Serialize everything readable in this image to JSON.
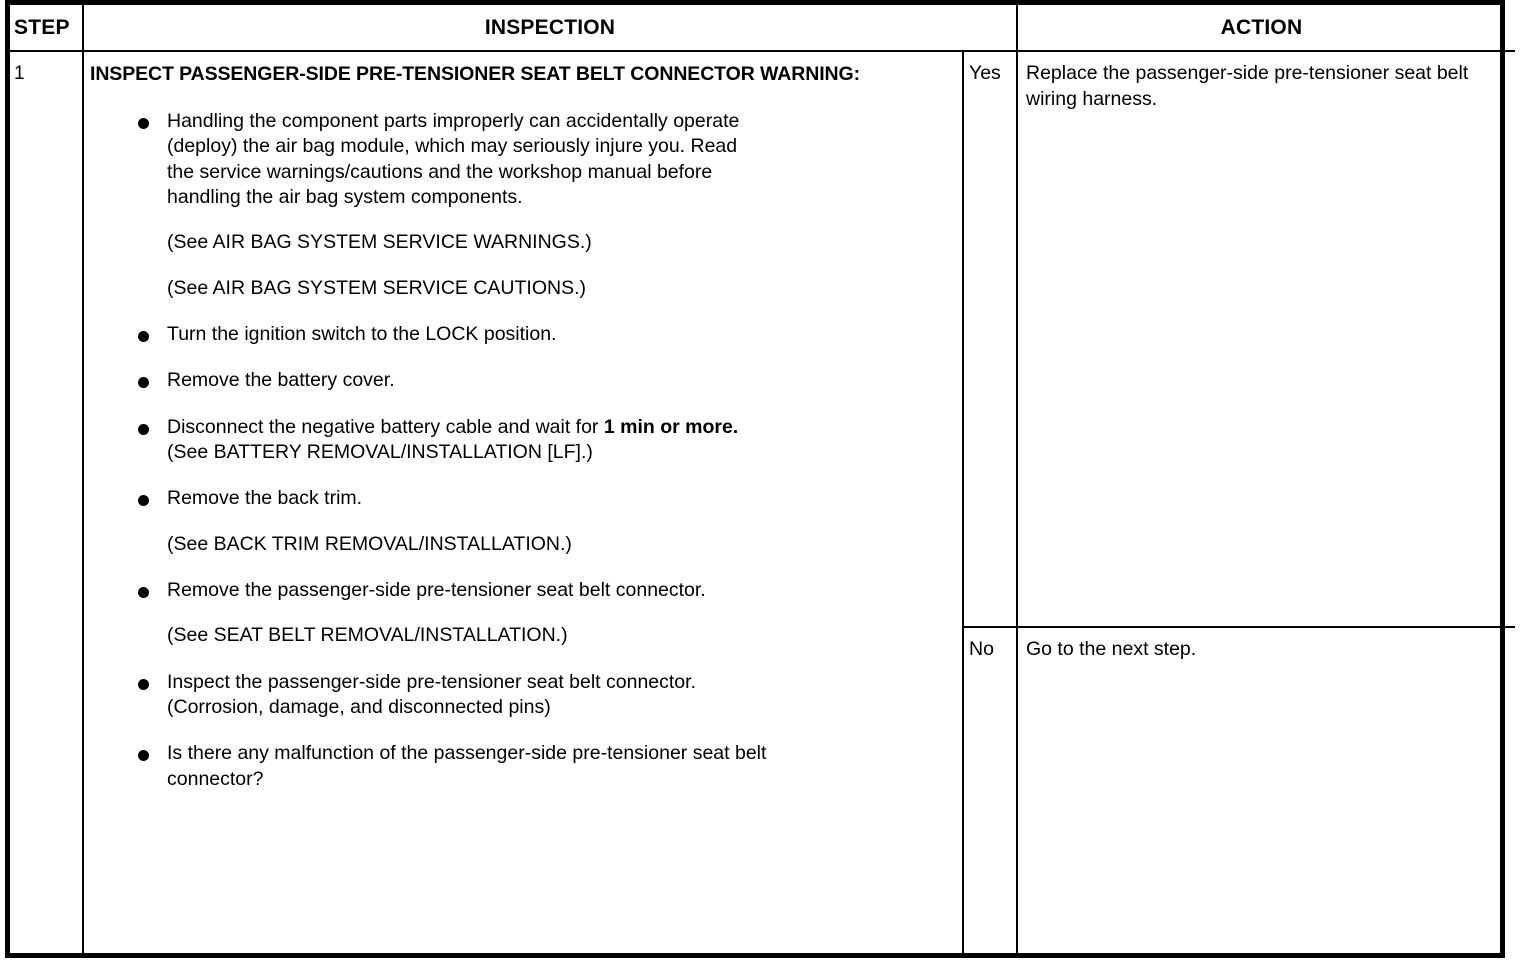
{
  "table": {
    "headers": {
      "step": "STEP",
      "inspection": "INSPECTION",
      "action": "ACTION"
    },
    "row": {
      "step_number": "1",
      "inspection": {
        "title_line1": "INSPECT PASSENGER-SIDE PRE-TENSIONER SEAT BELT CONNECTOR",
        "title_line2": "WARNING:",
        "items": [
          {
            "type": "bullet",
            "lines": [
              "Handling the component parts improperly can accidentally operate",
              "(deploy) the air bag module, which may seriously injure you. Read",
              "the service warnings/cautions and the workshop manual before",
              "handling the air bag system components."
            ]
          },
          {
            "type": "note",
            "lines": [
              "(See AIR BAG SYSTEM SERVICE WARNINGS.)"
            ]
          },
          {
            "type": "note",
            "lines": [
              "(See AIR BAG SYSTEM SERVICE CAUTIONS.)"
            ]
          },
          {
            "type": "bullet",
            "lines": [
              "Turn the ignition switch to the LOCK position."
            ]
          },
          {
            "type": "bullet",
            "lines": [
              "Remove the battery cover."
            ]
          },
          {
            "type": "bullet",
            "lines_rich": [
              [
                {
                  "t": "Disconnect the negative battery cable and wait for ",
                  "bold": false
                },
                {
                  "t": "1 min or more.",
                  "bold": true
                }
              ],
              [
                {
                  "t": "(See BATTERY REMOVAL/INSTALLATION [LF].)",
                  "bold": false
                }
              ]
            ]
          },
          {
            "type": "bullet",
            "lines": [
              "Remove the back trim."
            ]
          },
          {
            "type": "note",
            "lines": [
              "(See BACK TRIM REMOVAL/INSTALLATION.)"
            ]
          },
          {
            "type": "bullet",
            "lines": [
              "Remove the passenger-side pre-tensioner seat belt connector."
            ]
          },
          {
            "type": "note",
            "lines": [
              "(See SEAT BELT REMOVAL/INSTALLATION.)"
            ]
          },
          {
            "type": "bullet",
            "lines": [
              "Inspect the passenger-side pre-tensioner seat belt connector.",
              "(Corrosion, damage, and disconnected pins)"
            ]
          },
          {
            "type": "bullet",
            "lines": [
              "Is there any malfunction of the passenger-side pre-tensioner seat belt",
              "connector?"
            ]
          }
        ]
      },
      "results": [
        {
          "label": "Yes",
          "action_lines": [
            "Replace the passenger-side pre-tensioner",
            "seat belt wiring harness."
          ]
        },
        {
          "label": "No",
          "action_lines": [
            "Go to the next step."
          ]
        }
      ]
    }
  },
  "colors": {
    "ink": "#000000",
    "paper": "#ffffff"
  }
}
